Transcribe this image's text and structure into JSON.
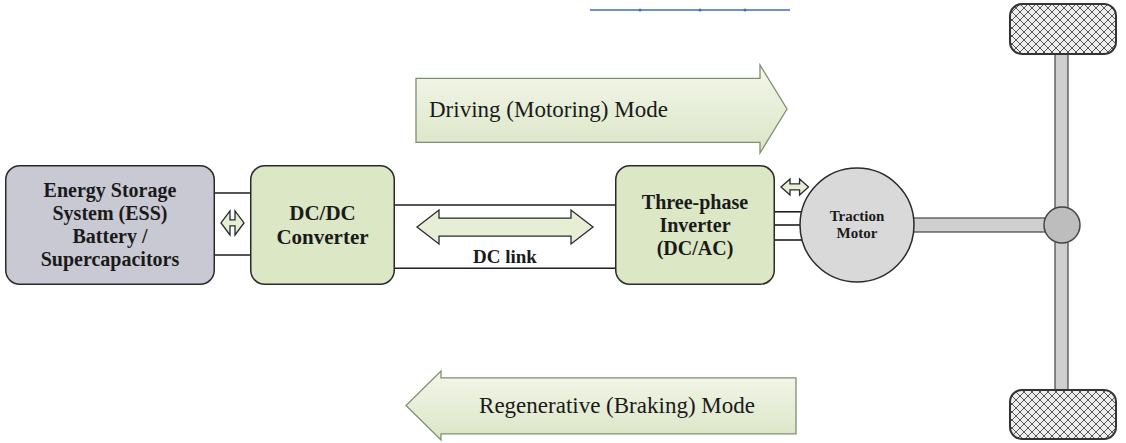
{
  "diagram": {
    "nodes": [
      {
        "text": [
          "Driving (Motoring) Mode"
        ]
      },
      {
        "text": [
          "Energy Storage System (ESS) Battery / Supercapacitors"
        ]
      },
      {
        "text": [
          "DC/DC Converter"
        ]
      },
      {
        "text": [
          "Three-phase Inverter (DC/AC)"
        ]
      },
      {
        "text": [
          "Traction Motor"
        ]
      },
      {
        "text": [
          "Regenerative (Braking) Mode"
        ]
      }
    ],
    "edges": [
      {
        "from": 1,
        "to": 2,
        "arrow": "both"
      },
      {
        "from": 2,
        "to": 3,
        "label": "DC link",
        "arrow": "both"
      },
      {
        "from": 3,
        "to": 4,
        "arrow": "both"
      }
    ]
  }
}
